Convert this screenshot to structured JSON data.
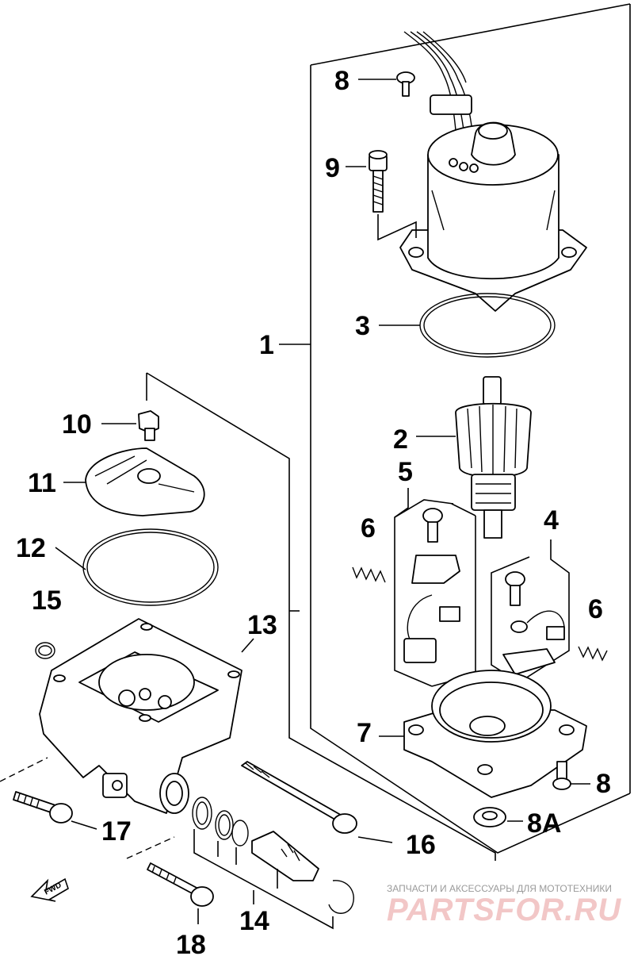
{
  "labels": {
    "p1": "1",
    "p2": "2",
    "p3": "3",
    "p4": "4",
    "p5": "5",
    "p6a": "6",
    "p6b": "6",
    "p7": "7",
    "p8a": "8",
    "p8b": "8",
    "p8A": "8A",
    "p9": "9",
    "p10": "10",
    "p11": "11",
    "p12": "12",
    "p13": "13",
    "p14": "14",
    "p15": "15",
    "p16": "16",
    "p17": "17",
    "p18": "18"
  },
  "fwd_marker": "FWD",
  "watermark": {
    "tagline": "ЗАПЧАСТИ И АКСЕССУАРЫ ДЛЯ МОТОТЕХНИКИ",
    "brand": "PARTSFOR.RU"
  }
}
